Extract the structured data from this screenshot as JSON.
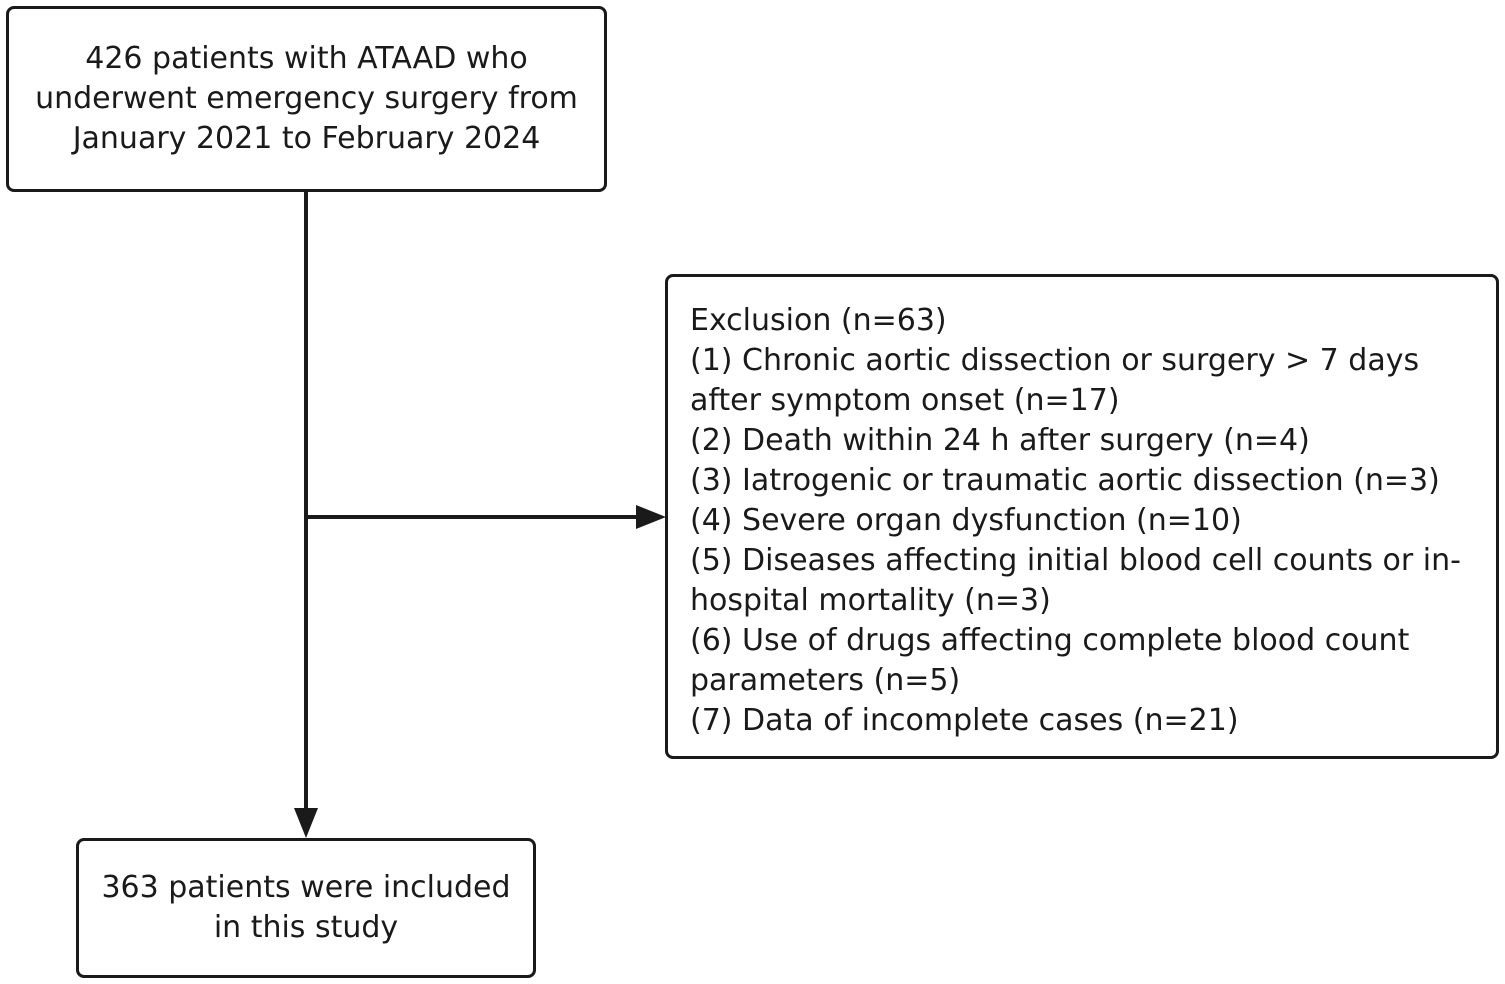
{
  "top_box": {
    "lines": [
      "426 patients with ATAAD who",
      "underwent emergency surgery from",
      "January 2021 to February 2024"
    ]
  },
  "exclusion_box": {
    "lines": [
      "Exclusion (n=63)",
      "(1) Chronic aortic dissection or surgery > 7 days",
      "after symptom onset (n=17)",
      "(2) Death within 24 h after surgery (n=4)",
      "(3) Iatrogenic or traumatic aortic dissection (n=3)",
      "(4) Severe organ dysfunction (n=10)",
      "(5) Diseases affecting initial blood cell counts or in-",
      "hospital mortality (n=3)",
      "(6) Use of drugs affecting complete blood count",
      "parameters (n=5)",
      "(7) Data of incomplete cases (n=21)"
    ]
  },
  "bottom_box": {
    "lines": [
      "363 patients were included",
      "in this study"
    ]
  },
  "colors": {
    "stroke": "#1a1a1a",
    "background": "#ffffff"
  }
}
